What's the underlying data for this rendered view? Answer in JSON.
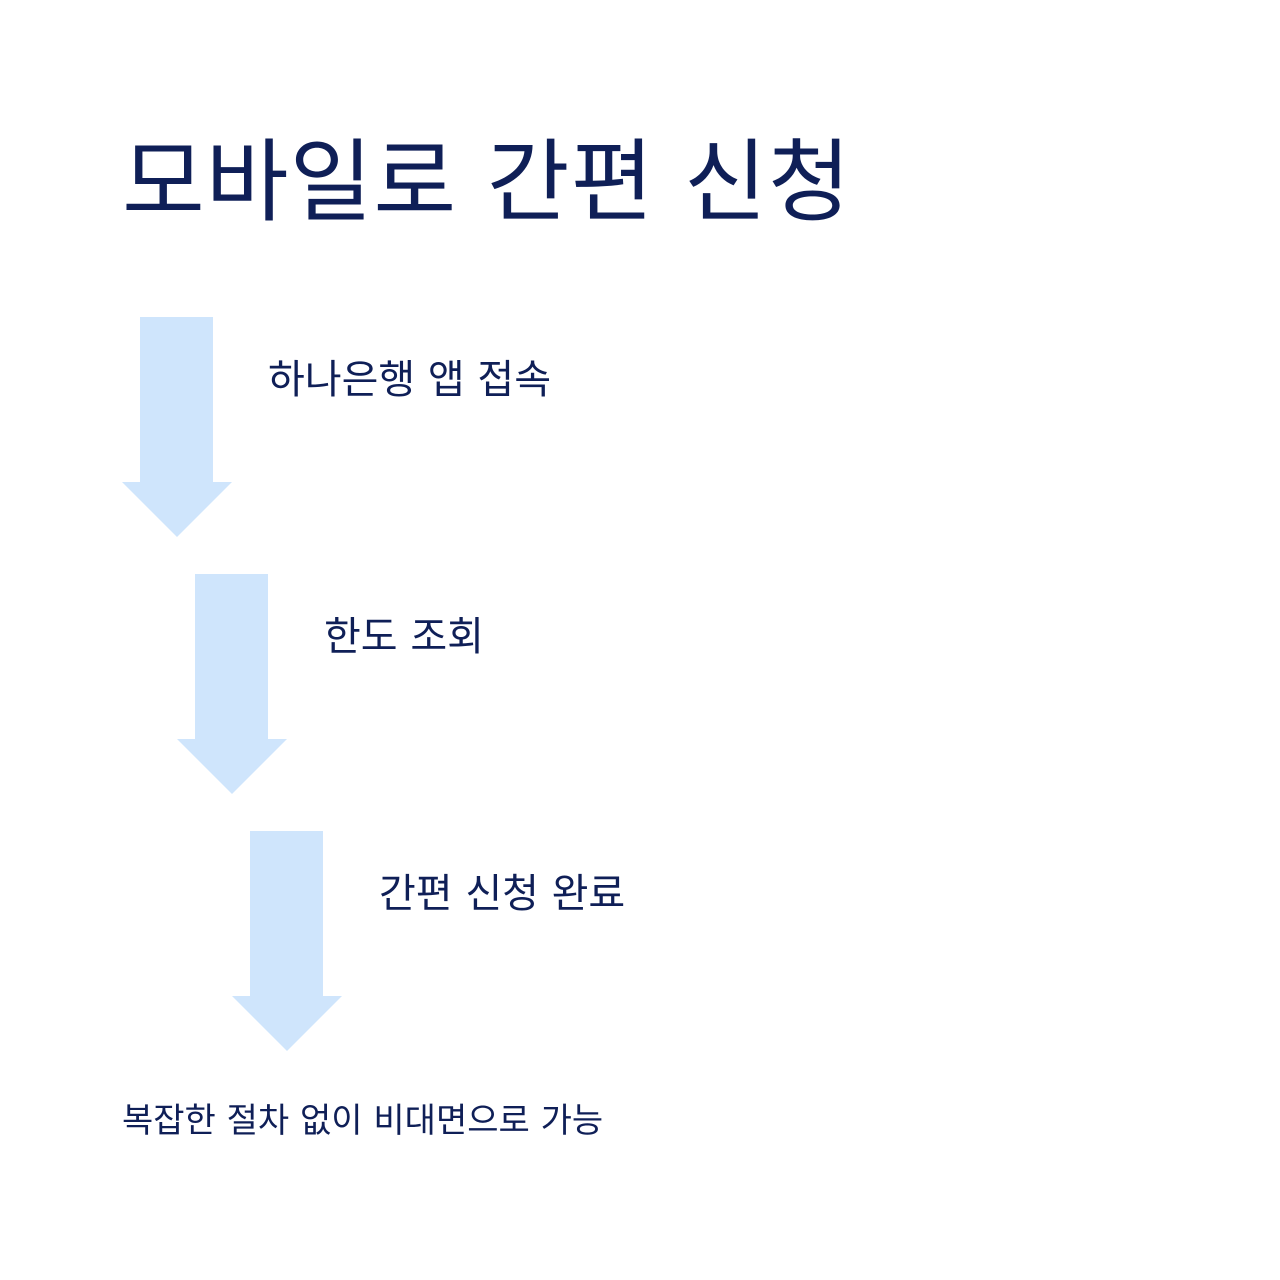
{
  "title": "모바일로 간편 신청",
  "steps": [
    {
      "label": "하나은행 앱 접속"
    },
    {
      "label": "한도 조회"
    },
    {
      "label": "간편 신청 완료"
    }
  ],
  "footer": "복잡한 절차 없이 비대면으로 가능",
  "colors": {
    "text": "#0f1f57",
    "arrow": "#cfe5fc",
    "background": "#ffffff"
  },
  "icons": {
    "arrow": "down-arrow-icon"
  }
}
